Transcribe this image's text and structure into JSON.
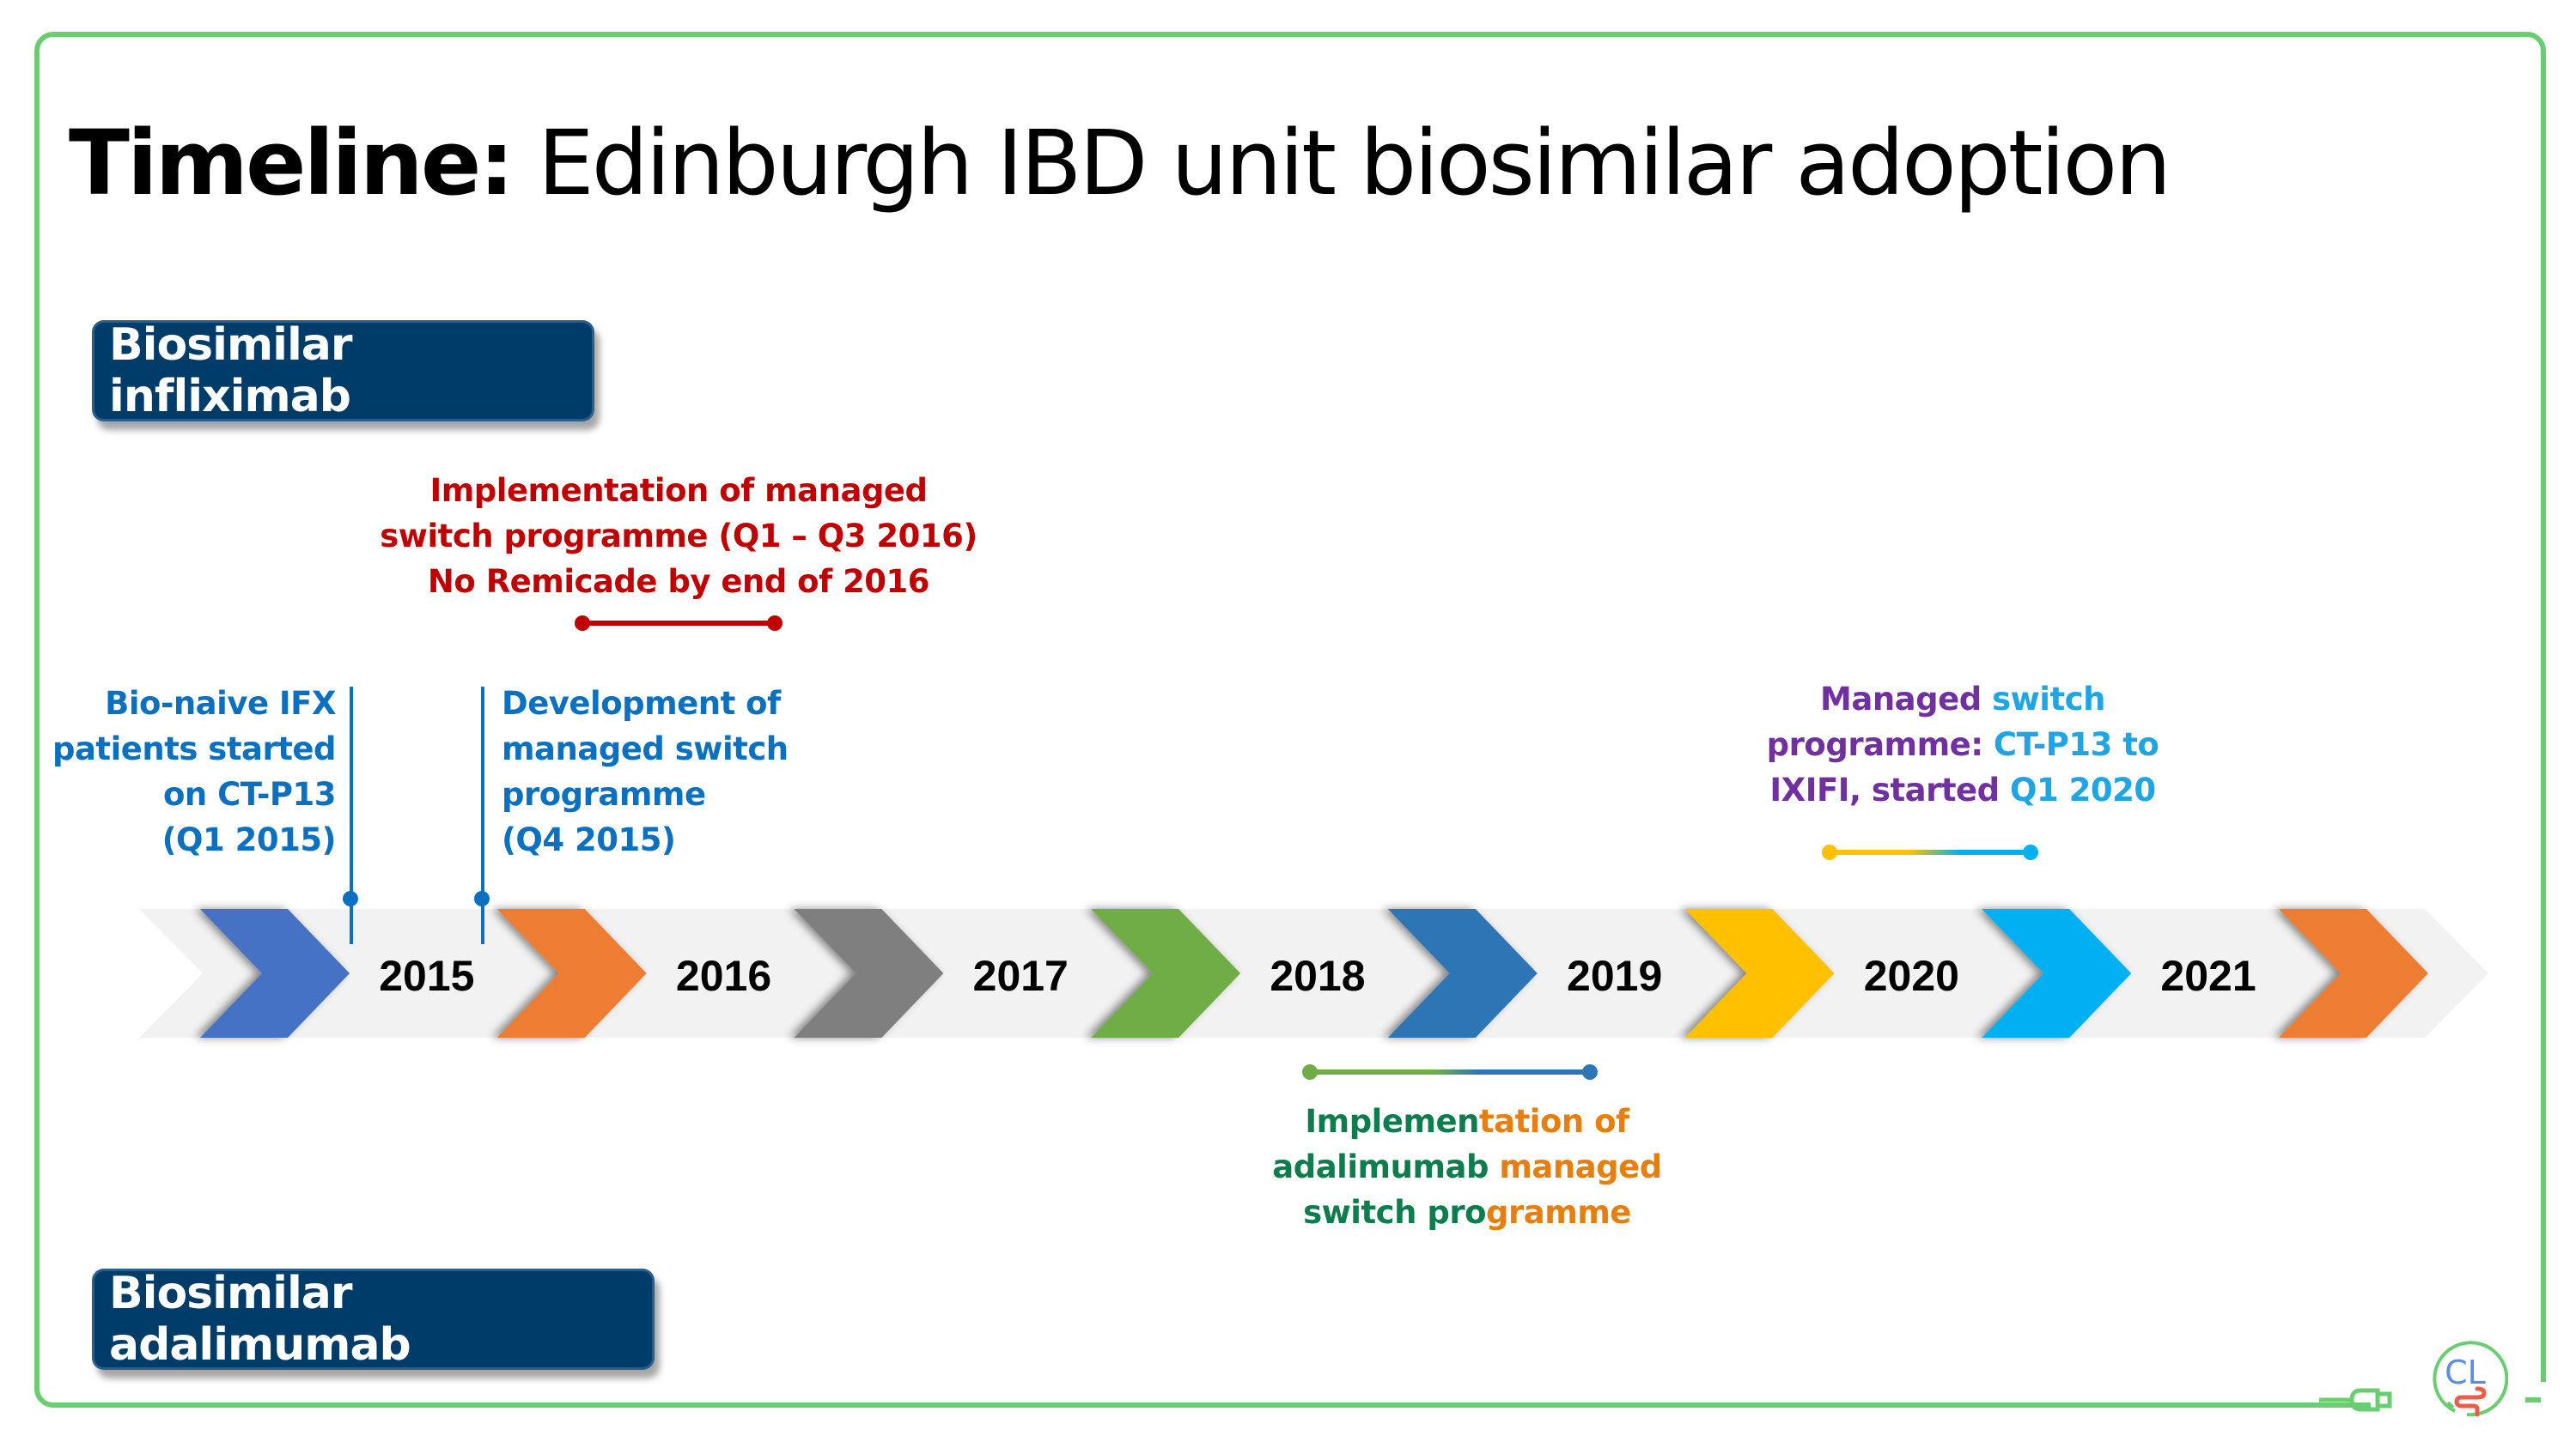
{
  "title": {
    "bold": "Timeline:",
    "rest": " Edinburgh IBD unit biosimilar adoption"
  },
  "sections": {
    "infliximab_label": "Biosimilar infliximab",
    "adalimumab_label": "Biosimilar adalimumab"
  },
  "timeline": {
    "years": [
      "2015",
      "2016",
      "2017",
      "2018",
      "2019",
      "2020",
      "2021"
    ],
    "chevron_colors": [
      "#4472c4",
      "#ed7d31",
      "#7f7f7f",
      "#70ad47",
      "#2e75b6",
      "#ffc000",
      "#00b0f0",
      "#ed7d31"
    ],
    "band_color": "#f2f2f2"
  },
  "annotations": {
    "bio_naive": {
      "lines": [
        "Bio-naive IFX",
        "patients started",
        "on CT-P13",
        "(Q1 2015)"
      ],
      "color": "#0b70c0"
    },
    "development": {
      "lines": [
        "Development of",
        "managed switch",
        "programme",
        "(Q4 2015)"
      ],
      "color": "#0b70c0"
    },
    "implementation_ifx": {
      "lines": [
        "Implementation of managed",
        "switch programme (Q1 – Q3 2016)",
        "No Remicade by end of 2016"
      ],
      "color": "#c00000"
    },
    "ixifi_switch": {
      "line1_a": "Managed ",
      "line1_b": "switch",
      "line2_a": "programme: ",
      "line2_b": "CT-P13 to",
      "line3_a": "IXIFI, started ",
      "line3_b": "Q1 2020",
      "color_start": "#7030a0",
      "color_end": "#00b0f0"
    },
    "adalimumab_switch": {
      "line1_a": "Implemen",
      "line1_b": "tation of",
      "line2_a": "adalimumab ",
      "line2_b": "managed",
      "line3_a": "switch pro",
      "line3_b": "gramme",
      "color_start": "#0e7d4d",
      "color_end": "#e67e10"
    }
  },
  "colors": {
    "frame": "#6acd70",
    "section_button": "#003c6a"
  },
  "logo": {
    "text": "CL"
  }
}
